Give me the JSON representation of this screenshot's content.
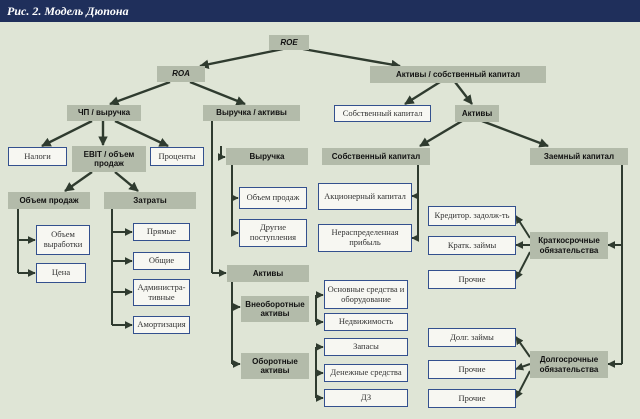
{
  "header": {
    "title": "Рис. 2. Модель Дюпона"
  },
  "nodes": {
    "roe": "ROE",
    "roa": "ROA",
    "assets_equity": "Активы / собственный капитал",
    "np_revenue": "ЧП / выручка",
    "revenue_assets": "Выручка / активы",
    "equity_top": "Собственный капитал",
    "assets_top": "Активы",
    "taxes": "Налоги",
    "ebit_sales": "EBIT / объем продаж",
    "interest": "Проценты",
    "revenue": "Выручка",
    "equity": "Собственный капитал",
    "debt": "Заемный капитал",
    "sales_volume": "Объем продаж",
    "costs": "Затраты",
    "sales_volume2": "Объем продаж",
    "other_income": "Другие поступления",
    "share_capital": "Акционерный капитал",
    "retained_earnings": "Нераспределенная прибыль",
    "output_volume": "Объем выработки",
    "price": "Цена",
    "direct": "Прямые",
    "overhead": "Общие",
    "admin": "Администра-тивные",
    "amortization": "Амортизация",
    "assets": "Активы",
    "noncurrent": "Внеоборотные активы",
    "fixed_assets": "Основные средства и оборудование",
    "real_estate": "Недвижимость",
    "current": "Оборотные активы",
    "inventory": "Запасы",
    "cash": "Денежные средства",
    "receivables": "ДЗ",
    "creditors": "Кредитор. задолж-ть",
    "st_loans": "Кратк. займы",
    "other1": "Прочие",
    "short_term": "Краткосрочные обязательства",
    "lt_loans": "Долг. займы",
    "other2": "Прочие",
    "other3": "Прочие",
    "long_term": "Долгосрочные обязательства"
  }
}
